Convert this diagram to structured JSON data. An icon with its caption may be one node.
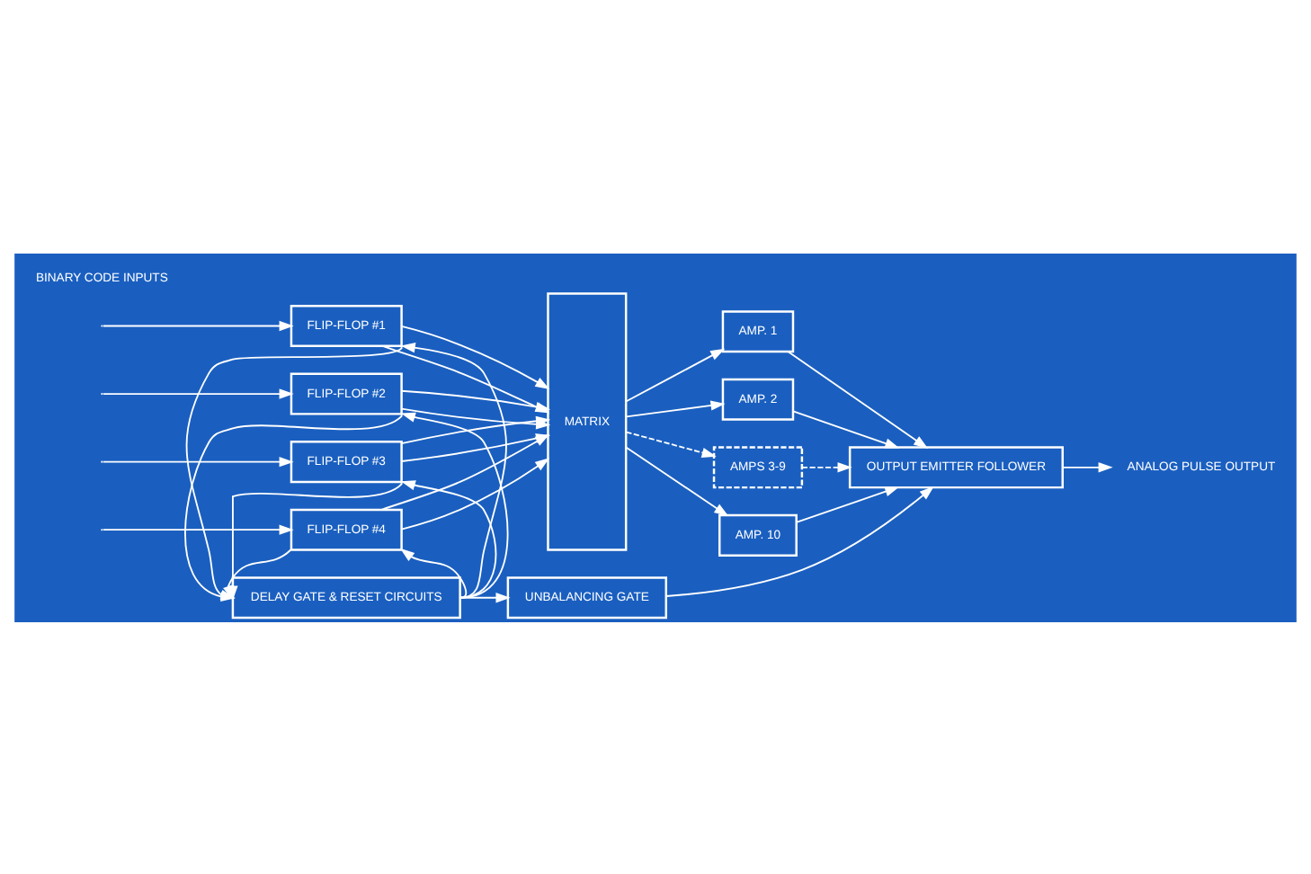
{
  "diagram": {
    "nodes": [
      {
        "text": [
          "FLIP-FLOP #1"
        ]
      },
      {
        "text": [
          "FLIP-FLOP #2"
        ]
      },
      {
        "text": [
          "FLIP-FLOP #3"
        ]
      },
      {
        "text": [
          "FLIP-FLOP #4"
        ]
      },
      {
        "text": [
          "MATRIX"
        ]
      },
      {
        "text": [
          "AMP. 1"
        ]
      },
      {
        "text": [
          "AMP. 2"
        ]
      },
      {
        "text": [
          "AMPS 3-9"
        ]
      },
      {
        "text": [
          "AMP. 10"
        ]
      },
      {
        "text": [
          "OUTPUT EMITTER FOLLOWER"
        ]
      },
      {
        "text": [
          "DELAY GATE & RESET CIRCUITS"
        ]
      },
      {
        "text": [
          "UNBALANCING GATE"
        ]
      },
      {
        "text": [
          "ANALOG PULSE OUTPUT"
        ]
      }
    ],
    "edges": [
      {
        "from": null,
        "to": 0,
        "arrow": "to"
      },
      {
        "from": null,
        "to": 1,
        "arrow": "to"
      },
      {
        "from": null,
        "to": 2,
        "arrow": "to"
      },
      {
        "from": null,
        "to": 3,
        "arrow": "to"
      },
      {
        "from": 0,
        "to": 4,
        "arrow": "to"
      },
      {
        "from": 0,
        "to": 4,
        "arrow": "to"
      },
      {
        "from": 1,
        "to": 4,
        "arrow": "to"
      },
      {
        "from": 1,
        "to": 4,
        "arrow": "to"
      },
      {
        "from": 2,
        "to": 4,
        "arrow": "to"
      },
      {
        "from": 2,
        "to": 4,
        "arrow": "to"
      },
      {
        "from": 3,
        "to": 4,
        "arrow": "to"
      },
      {
        "from": 3,
        "to": 4,
        "arrow": "to"
      },
      {
        "from": 0,
        "to": 10,
        "arrow": "to"
      },
      {
        "from": 1,
        "to": 10,
        "arrow": "to"
      },
      {
        "from": 2,
        "to": 10,
        "arrow": "to"
      },
      {
        "from": 3,
        "to": 10,
        "arrow": "to"
      },
      {
        "from": 10,
        "to": 0,
        "arrow": "to"
      },
      {
        "from": 10,
        "to": 1,
        "arrow": "to"
      },
      {
        "from": 10,
        "to": 2,
        "arrow": "to"
      },
      {
        "from": 10,
        "to": 3,
        "arrow": "to"
      },
      {
        "from": 4,
        "to": 5,
        "arrow": "to"
      },
      {
        "from": 4,
        "to": 6,
        "arrow": "to"
      },
      {
        "from": 4,
        "to": 7,
        "arrow": "to",
        "style": "dashed"
      },
      {
        "from": 4,
        "to": 8,
        "arrow": "to"
      },
      {
        "from": 5,
        "to": 9,
        "arrow": "to"
      },
      {
        "from": 6,
        "to": 9,
        "arrow": "to"
      },
      {
        "from": 7,
        "to": 9,
        "arrow": "to",
        "style": "dashed"
      },
      {
        "from": 8,
        "to": 9,
        "arrow": "to"
      },
      {
        "from": 10,
        "to": 11,
        "arrow": "to"
      },
      {
        "from": 11,
        "to": 9,
        "arrow": "to"
      },
      {
        "from": 9,
        "to": 12,
        "arrow": "to"
      }
    ],
    "labels": [
      "BINARY CODE INPUTS"
    ]
  }
}
